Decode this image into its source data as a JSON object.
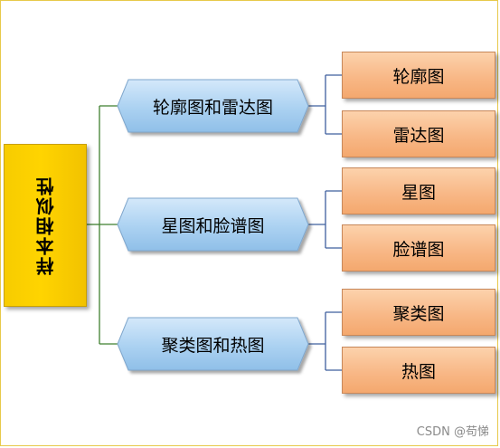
{
  "root": {
    "label": "样本相似性"
  },
  "branches": [
    {
      "label": "轮廓图和雷达图",
      "leaves": [
        "轮廓图",
        "雷达图"
      ]
    },
    {
      "label": "星图和脸谱图",
      "leaves": [
        "星图",
        "脸谱图"
      ]
    },
    {
      "label": "聚类图和热图",
      "leaves": [
        "聚类图",
        "热图"
      ]
    }
  ],
  "watermark": "CSDN @苟悌",
  "colors": {
    "root_fill": "#ffd400",
    "branch_fill": "#aed3f2",
    "leaf_fill": "#f8b887",
    "root_connector": "#3f7f2f",
    "branch_connector": "#3e5f9e",
    "frame_border": "#e7c94a"
  }
}
